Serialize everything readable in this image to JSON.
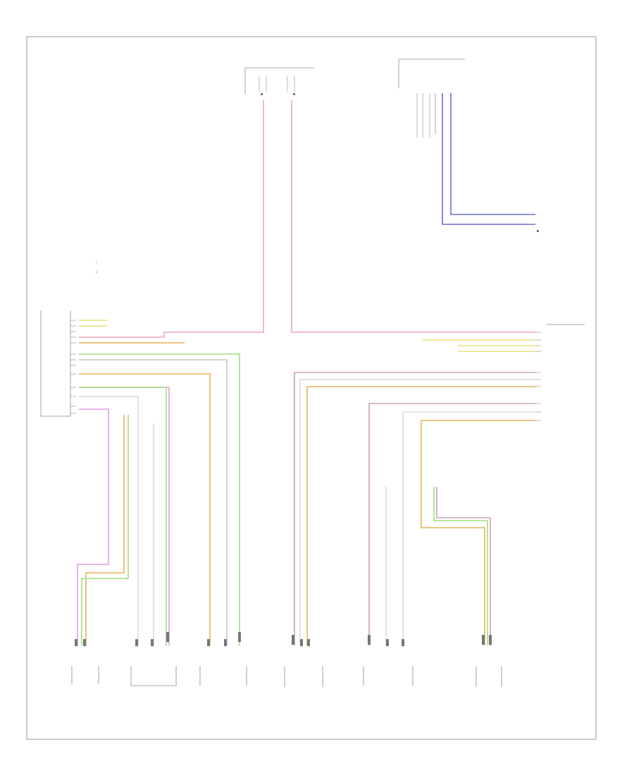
{
  "diagram": {
    "footer_code": "",
    "legend": [
      {
        "id": "1",
        "text": ""
      },
      {
        "id": "2",
        "text": ""
      }
    ],
    "components": [
      {
        "id": "fuse-block",
        "label": ""
      },
      {
        "id": "left-control-module",
        "label": ""
      },
      {
        "id": "right-control-module",
        "label": ""
      },
      {
        "id": "top-right-module",
        "label": ""
      },
      {
        "id": "ground-right",
        "label": ""
      },
      {
        "id": "driver-seat-element-1",
        "label": ""
      },
      {
        "id": "driver-seat-element-2",
        "label": ""
      },
      {
        "id": "driver-seat-element-3",
        "label": ""
      },
      {
        "id": "passenger-seat-element-1",
        "label": ""
      },
      {
        "id": "passenger-seat-element-2",
        "label": ""
      },
      {
        "id": "passenger-seat-element-3",
        "label": ""
      }
    ],
    "colors": {
      "red": "#f2a4bd",
      "blue": "#6b6bdd",
      "green": "#9fe07f",
      "orange": "#e8b35a",
      "violet": "#e79be3",
      "grey": "#c7c7c7",
      "light": "#dcdcdc",
      "yellow": "#e8e07a",
      "mauve": "#c9a1b5"
    }
  }
}
